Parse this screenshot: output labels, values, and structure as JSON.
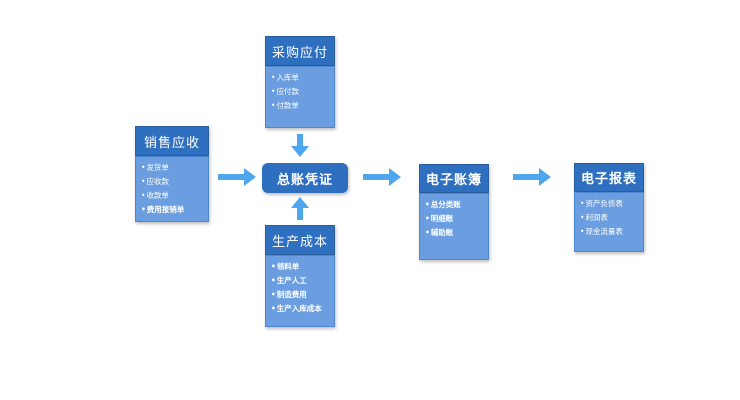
{
  "center": {
    "label": "总账凭证"
  },
  "cards": {
    "purchase": {
      "title": "采购应付",
      "items": [
        "入库单",
        "应付款",
        "付款单"
      ]
    },
    "sales": {
      "title": "销售应收",
      "items": [
        "发货单",
        "应收款",
        "收款单",
        "费用报销单"
      ]
    },
    "production": {
      "title": "生产成本",
      "items": [
        "领料单",
        "生产人工",
        "制造费用",
        "生产入库成本"
      ]
    },
    "ledger": {
      "title": "电子账簿",
      "items": [
        "总分类账",
        "明细账",
        "辅助账"
      ]
    },
    "reports": {
      "title": "电子报表",
      "items": [
        "资产负债表",
        "利润表",
        "现金流量表"
      ]
    }
  },
  "colors": {
    "title_fill": "#2e6fbf",
    "body_fill": "#6b9ee0",
    "arrow": "#4ea6ee"
  }
}
